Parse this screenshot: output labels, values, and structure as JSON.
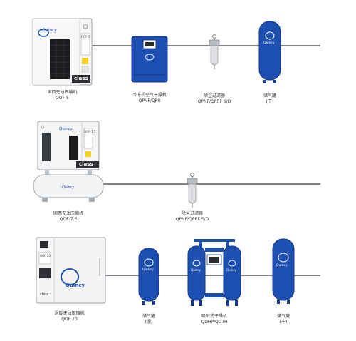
{
  "row1": {
    "compressor": {
      "name": "固西无油压缩机",
      "model": "QOF-5",
      "badge": "class",
      "brand": "Quincy"
    },
    "dryer": {
      "name": "冷冻式空气干燥机",
      "model": "QPNF/QPR"
    },
    "filter": {
      "name": "除尘过滤器",
      "model": "QPNF/QPRF S/D"
    },
    "tank": {
      "name": "储气罐",
      "model": "(干)",
      "brand": "Quincy"
    }
  },
  "row2": {
    "compressor": {
      "name": "固西无油压缩机",
      "model": "QOF-7.5",
      "badge": "class",
      "brand": "Quincy"
    },
    "filter": {
      "name": "除尘过滤器",
      "model": "QPNF/QPRF S/D"
    }
  },
  "row3": {
    "compressor": {
      "name": "涡旋无油压缩机",
      "model": "QOF 20",
      "brand": "Quincy",
      "badge": "class",
      "panel_label": "QOF 20"
    },
    "tank_wet": {
      "name": "储气罐",
      "model": "(湿)",
      "brand": "Quincy"
    },
    "dryer": {
      "name": "吸附式干燥机",
      "model": "QDHP/QDTH",
      "brand": "Quincy"
    },
    "tank_dry": {
      "name": "储气罐",
      "model": "(干)",
      "brand": "Quincy"
    }
  },
  "colors": {
    "equipment_blue": "#1d4fb0",
    "pipe": "#7d8288",
    "cabinet": "#f3f4f5"
  }
}
